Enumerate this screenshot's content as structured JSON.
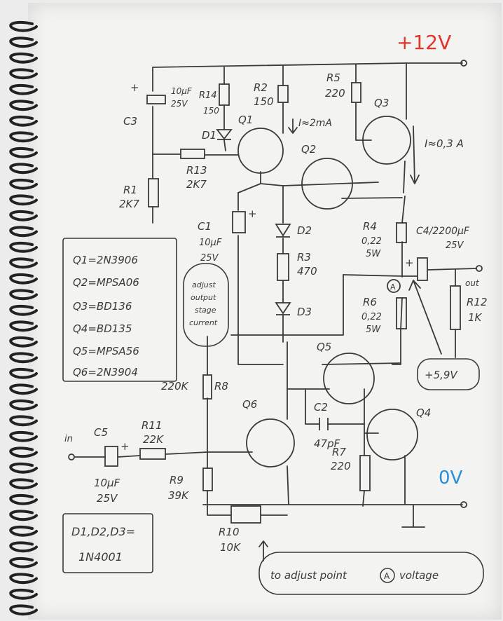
{
  "supply": {
    "plus": "+12V",
    "ground": "0V"
  },
  "labels": {
    "C3": "C3",
    "C3_val1": "10μF",
    "C3_val2": "25V",
    "C3_plus": "+",
    "R14": "R14",
    "R14_val": "150",
    "R2": "R2",
    "R2_val": "150",
    "R5": "R5",
    "R5_val": "220",
    "Q1": "Q1",
    "Q2": "Q2",
    "Q3": "Q3",
    "D1": "D1",
    "R13": "R13",
    "R13_val": "2K7",
    "R1": "R1",
    "R1_val": "2K7",
    "I_small": "I≈2mA",
    "I_big": "I≈0,3 A",
    "C1": "C1",
    "C1_val1": "10μF",
    "C1_val2": "25V",
    "C1_plus": "+",
    "D2": "D2",
    "D3": "D3",
    "R3": "R3",
    "R3_val": "470",
    "R4": "R4",
    "R4_val1": "0,22",
    "R4_val2": "5W",
    "C4": "C4/2200μF",
    "C4_val": "25V",
    "C4_plus": "+",
    "out": "out",
    "pointA": "A",
    "R6": "R6",
    "R6_val1": "0,22",
    "R6_val2": "5W",
    "R12": "R12",
    "R12_val": "1K",
    "vA": "+5,9V",
    "adjust": [
      "adjust",
      "output",
      "stage",
      "current"
    ],
    "Q5": "Q5",
    "Q4": "Q4",
    "Q6": "Q6",
    "R8": "R8",
    "R8_val": "220K",
    "C2": "C2",
    "C2_val": "47pF",
    "in": "in",
    "C5": "C5",
    "C5_val1": "10μF",
    "C5_val2": "25V",
    "C5_plus": "+",
    "R11": "R11",
    "R11_val": "22K",
    "R9": "R9",
    "R9_val": "39K",
    "R7": "R7",
    "R7_val": "220",
    "R10": "R10",
    "R10_val": "10K",
    "adjustA": [
      "to adjust point",
      "voltage"
    ],
    "diodes": [
      "D1,D2,D3=",
      "1N4001"
    ]
  },
  "transistor_list": [
    "Q1=2N3906",
    "Q2=MPSA06",
    "Q3=BD136",
    "Q4=BD135",
    "Q5=MPSA56",
    "Q6=2N3904"
  ],
  "colors": {
    "red": "#e0352b",
    "blue": "#2a8fd6",
    "ink": "#3a3a3a"
  }
}
